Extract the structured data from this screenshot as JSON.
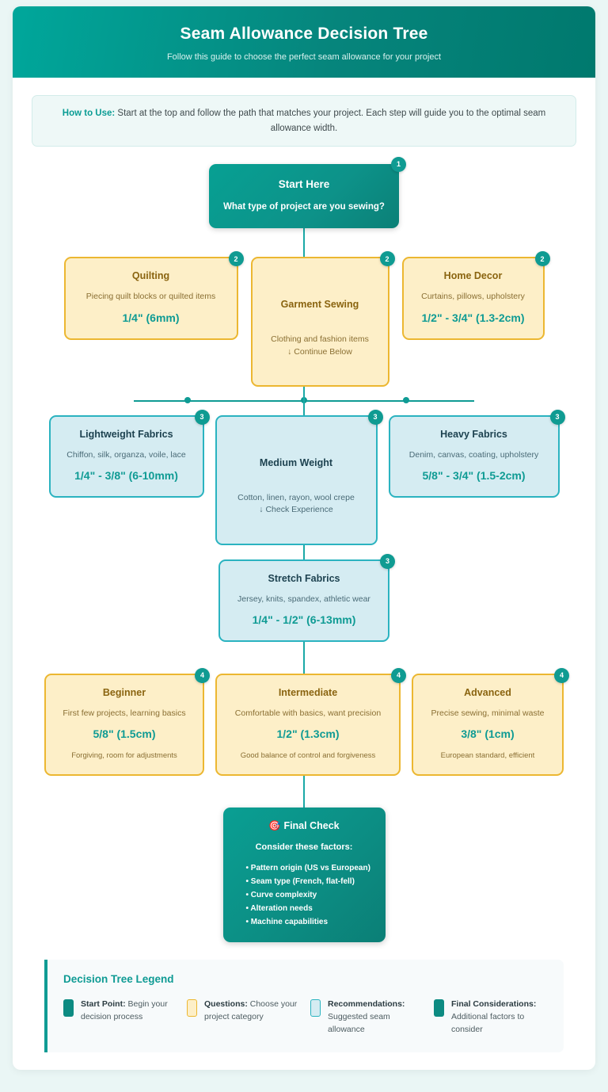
{
  "header": {
    "title": "Seam Allowance Decision Tree",
    "subtitle": "Follow this guide to choose the perfect seam allowance for your project"
  },
  "howto": {
    "label": "How to Use:",
    "text": " Start at the top and follow the path that matches your project. Each step will guide you to the optimal seam allowance width."
  },
  "colors": {
    "teal": "#0f9b94",
    "teal_dark": "#0b7f76",
    "amber": "#ecb731",
    "yellow_bg": "#fdefc8",
    "blue_border": "#2bb3c0",
    "blue_bg": "#d5ecf2"
  },
  "start": {
    "badge": "1",
    "title": "Start Here",
    "desc": "What type of project are you sewing?"
  },
  "level2": [
    {
      "badge": "2",
      "title": "Quilting",
      "desc": "Piecing quilt blocks or quilted items",
      "value": "1/4\" (6mm)"
    },
    {
      "badge": "2",
      "title": "Garment Sewing",
      "desc": "Clothing and fashion items\n↓ Continue Below",
      "value": ""
    },
    {
      "badge": "2",
      "title": "Home Decor",
      "desc": "Curtains, pillows, upholstery",
      "value": "1/2\" - 3/4\" (1.3-2cm)"
    }
  ],
  "level3": [
    {
      "badge": "3",
      "title": "Lightweight Fabrics",
      "desc": "Chiffon, silk, organza, voile, lace",
      "value": "1/4\" - 3/8\" (6-10mm)"
    },
    {
      "badge": "3",
      "title": "Medium Weight",
      "desc": "Cotton, linen, rayon, wool crepe\n↓ Check Experience",
      "value": ""
    },
    {
      "badge": "3",
      "title": "Heavy Fabrics",
      "desc": "Denim, canvas, coating, upholstery",
      "value": "5/8\" - 3/4\" (1.5-2cm)"
    }
  ],
  "level3b": {
    "badge": "3",
    "title": "Stretch Fabrics",
    "desc": "Jersey, knits, spandex, athletic wear",
    "value": "1/4\" - 1/2\" (6-13mm)"
  },
  "level4": [
    {
      "badge": "4",
      "title": "Beginner",
      "desc": "First few projects, learning basics",
      "value": "5/8\" (1.5cm)",
      "note": "Forgiving, room for adjustments"
    },
    {
      "badge": "4",
      "title": "Intermediate",
      "desc": "Comfortable with basics, want precision",
      "value": "1/2\" (1.3cm)",
      "note": "Good balance of control and forgiveness"
    },
    {
      "badge": "4",
      "title": "Advanced",
      "desc": "Precise sewing, minimal waste",
      "value": "3/8\" (1cm)",
      "note": "European standard, efficient"
    }
  ],
  "final": {
    "icon": "🎯",
    "title": "Final Check",
    "subtitle": "Consider these factors:",
    "items": [
      "• Pattern origin (US vs European)",
      "• Seam type (French, flat-fell)",
      "• Curve complexity",
      "• Alteration needs",
      "• Machine capabilities"
    ]
  },
  "legend": {
    "title": "Decision Tree Legend",
    "items": [
      {
        "swatch": "#0d8b82",
        "label": "Start Point:",
        "text": " Begin your decision process"
      },
      {
        "swatch": "#fdefc8",
        "border": "#ecb731",
        "label": "Questions:",
        "text": " Choose your project category"
      },
      {
        "swatch": "#d5ecf2",
        "border": "#2bb3c0",
        "label": "Recommendations:",
        "text": " Suggested seam allowance"
      },
      {
        "swatch": "#0d8b82",
        "label": "Final Considerations:",
        "text": " Additional factors to consider"
      }
    ]
  }
}
